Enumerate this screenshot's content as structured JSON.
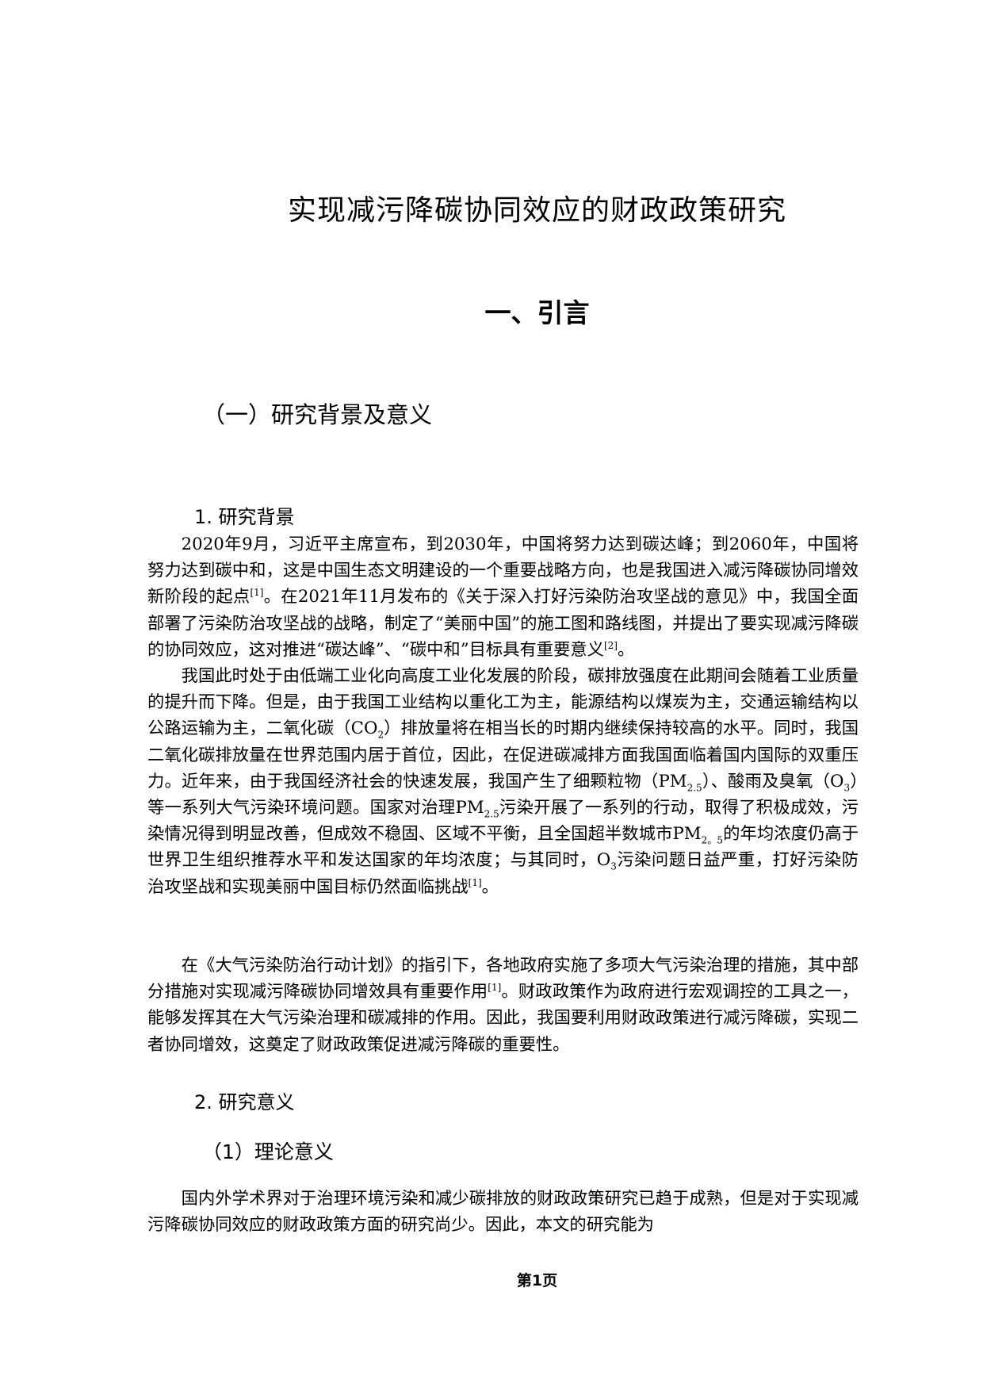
{
  "document": {
    "title": "实现减污降碳协同效应的财政政策研究",
    "section1_heading": "一、引言",
    "subsection1_heading": "（一）研究背景及意义",
    "background": {
      "heading": "1. 研究背景",
      "paragraphs": [
        {
          "segments": [
            {
              "t": "2020年9月，习近平主席宣布，到2030年，中国将努力达到碳达峰；到2060年，中国将努力达到碳中和，这是中国生态文明建设的一个重要战略方向，也是我国进入减污降碳协同增效新阶段的起点"
            },
            {
              "sup": "[1]"
            },
            {
              "t": "。在2021年11月发布的《关于深入打好污染防治攻坚战的意见》中，我国全面部署了污染防治攻坚战的战略，制定了“美丽中国”的施工图和路线图，并提出了要实现减污降碳的协同效应，这对推进“碳达峰”、“碳中和”目标具有重要意义"
            },
            {
              "sup": "[2]"
            },
            {
              "t": "。"
            }
          ]
        },
        {
          "segments": [
            {
              "t": "我国此时处于由低端工业化向高度工业化发展的阶段，碳排放强度在此期间会随着工业质量的提升而下降。但是，由于我国工业结构以重化工为主，能源结构以煤炭为主，交通运输结构以公路运输为主，二氧化碳（CO"
            },
            {
              "sub": "2"
            },
            {
              "t": "）排放量将在相当长的时期内继续保持较高的水平。同时，我国二氧化碳排放量在世界范围内居于首位，因此，在促进碳减排方面我国面临着国内国际的双重压力。近年来，由于我国经济社会的快速发展，我国产生了细颗粒物（PM"
            },
            {
              "sub": "2.5"
            },
            {
              "t": "）、酸雨及臭氧（O"
            },
            {
              "sub": "3"
            },
            {
              "t": "）等一系列大气污染环境问题。国家对治理PM"
            },
            {
              "sub": "2.5"
            },
            {
              "t": "污染开展了一系列的行动，取得了积极成效，污染情况得到明显改善，但成效不稳固、区域不平衡，且全国超半数城市PM"
            },
            {
              "sub": "2。5"
            },
            {
              "t": "的年均浓度仍高于世界卫生组织推荐水平和发达国家的年均浓度；与其同时，O"
            },
            {
              "sub": "3"
            },
            {
              "t": "污染问题日益严重，打好污染防治攻坚战和实现美丽中国目标仍然面临挑战"
            },
            {
              "sup": "[1]"
            },
            {
              "t": "。"
            }
          ]
        },
        {
          "segments": [
            {
              "t": "在《大气污染防治行动计划》的指引下，各地政府实施了多项大气污染治理的措施，其中部分措施对实现减污降碳协同增效具有重要作用"
            },
            {
              "sup": "[1]"
            },
            {
              "t": "。财政政策作为政府进行宏观调控的工具之一，能够发挥其在大气污染治理和碳减排的作用。因此，我国要利用财政政策进行减污降碳，实现二者协同增效，这奠定了财政政策促进减污降碳的重要性。"
            }
          ]
        }
      ]
    },
    "significance": {
      "heading": "2. 研究意义",
      "theory_heading": "（1）理论意义",
      "paragraphs": [
        {
          "segments": [
            {
              "t": "国内外学术界对于治理环境污染和减少碳排放的财政政策研究已趋于成熟，但是对于实现减污降碳协同效应的财政政策方面的研究尚少。因此，本文的研究能为"
            }
          ]
        }
      ]
    },
    "footer": "第1页"
  }
}
